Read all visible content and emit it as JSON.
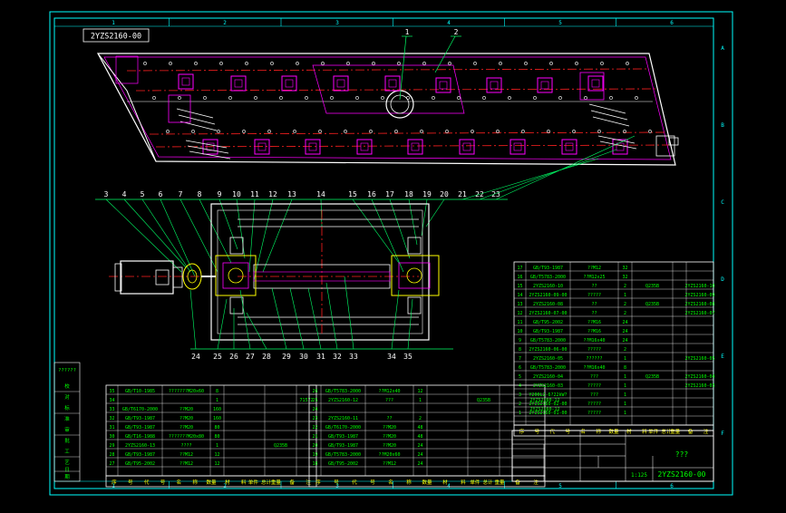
{
  "drawing": {
    "number_stamp": "2YZS2160-00",
    "title_block_name": "???",
    "title_block_number": "2YZS2160-00",
    "scale_text": "1:125",
    "colors": {
      "background": "#000000",
      "frame": "#00ffff",
      "outline": "#ffffff",
      "part": "#ff00ff",
      "centerline": "#ff2020",
      "leader": "#00ff66",
      "text_green": "#00ff00",
      "text_yellow": "#ffff00"
    }
  },
  "grid": {
    "columns": [
      "1",
      "2",
      "3",
      "4",
      "5",
      "6"
    ],
    "rows": [
      "A",
      "B",
      "C",
      "D",
      "E",
      "F"
    ]
  },
  "callouts_top": [
    "1",
    "2"
  ],
  "callouts_mid": [
    "3",
    "4",
    "5",
    "6",
    "7",
    "8",
    "9",
    "10",
    "11",
    "12",
    "13",
    "14",
    "15",
    "16",
    "17",
    "18",
    "19",
    "20",
    "21",
    "22",
    "23"
  ],
  "callouts_bottom": [
    "24",
    "25",
    "26",
    "27",
    "28",
    "29",
    "30",
    "31",
    "32",
    "33",
    "34",
    "35"
  ],
  "left_margin": [
    "??????",
    "校",
    "对",
    "标",
    "准",
    "审",
    "批",
    "工",
    "艺",
    "日",
    "期"
  ],
  "bom_left": {
    "header": [
      "序",
      "号",
      "代",
      "号",
      "名",
      "称",
      "数量",
      "材",
      "料",
      "单件 总计",
      "重量",
      "备",
      "注"
    ],
    "rows": [
      [
        "35",
        "GB/T10-1985",
        "???????M20x60",
        "8",
        "",
        "",
        "",
        ""
      ],
      [
        "34",
        "",
        "",
        "1",
        "",
        "",
        "71572",
        ""
      ],
      [
        "33",
        "GB/T6170-2000",
        "??M20",
        "160",
        "",
        "",
        "",
        ""
      ],
      [
        "32",
        "GB/T93-1987",
        "??M20",
        "160",
        "",
        "",
        "",
        ""
      ],
      [
        "31",
        "GB/T93-1987",
        "??M20",
        "80",
        "",
        "",
        "",
        ""
      ],
      [
        "30",
        "GB/T16-1988",
        "???????M20x80",
        "80",
        "",
        "",
        "",
        ""
      ],
      [
        "29",
        "2YZS2160-13",
        "????",
        "1",
        "",
        "Q235B",
        "",
        ""
      ],
      [
        "28",
        "GB/T93-1987",
        "??M12",
        "12",
        "",
        "",
        "",
        ""
      ],
      [
        "27",
        "GB/T95-2002",
        "??M12",
        "12",
        "",
        "",
        "",
        ""
      ]
    ]
  },
  "bom_mid": {
    "header": [
      "序",
      "号",
      "代",
      "号",
      "名",
      "称",
      "数量",
      "材",
      "料",
      "单件 总计",
      "重量",
      "备",
      "注"
    ],
    "rows": [
      [
        "26",
        "GB/T5783-2000",
        "??M12x40",
        "12",
        "",
        "",
        "",
        ""
      ],
      [
        "25",
        "2YZS2160-12",
        "???",
        "1",
        "",
        "Q235B",
        "",
        "2YZS2160-12"
      ],
      [
        "24",
        "",
        "",
        "",
        "",
        "",
        "",
        "2YZS2160-12"
      ],
      [
        "23",
        "2YZS2160-11",
        "??",
        "2",
        "",
        "",
        "",
        ""
      ],
      [
        "22",
        "GB/T6170-2000",
        "??M20",
        "48",
        "",
        "",
        "",
        ""
      ],
      [
        "21",
        "GB/T93-1987",
        "??M20",
        "48",
        "",
        "",
        "",
        ""
      ],
      [
        "20",
        "GB/T93-1987",
        "??M20",
        "24",
        "",
        "",
        "",
        ""
      ],
      [
        "19",
        "GB/T5783-2000",
        "??M20x60",
        "24",
        "",
        "",
        "",
        ""
      ],
      [
        "18",
        "GB/T95-2002",
        "??M12",
        "24",
        "",
        "",
        "",
        ""
      ]
    ]
  },
  "bom_right": {
    "header": [
      "序",
      "号",
      "代",
      "号",
      "名",
      "称",
      "数量",
      "材",
      "料",
      "单件 总计",
      "重量",
      "备",
      "注"
    ],
    "rows": [
      [
        "17",
        "GB/T93-1987",
        "??M12",
        "32",
        "",
        "",
        ""
      ],
      [
        "16",
        "GB/T5783-2000",
        "??M12x25",
        "32",
        "",
        "",
        ""
      ],
      [
        "15",
        "2YZS2160-10",
        "??",
        "2",
        "Q235B",
        "",
        "2YZS2160-10"
      ],
      [
        "14",
        "2YZS2160-09-00",
        "?????",
        "1",
        "",
        "",
        "2YZS2160-09"
      ],
      [
        "13",
        "2YZS2160-08",
        "??",
        "2",
        "Q235B",
        "",
        "2YZS2160-08"
      ],
      [
        "12",
        "2YZS2160-07-00",
        "??",
        "2",
        "",
        "",
        "2YZS2160-07"
      ],
      [
        "11",
        "GB/T95-2002",
        "??M16",
        "24",
        "",
        "",
        ""
      ],
      [
        "10",
        "GB/T93-1987",
        "??M16",
        "24",
        "",
        "",
        ""
      ],
      [
        "9",
        "GB/T5783-2000",
        "??M16x40",
        "24",
        "",
        "",
        ""
      ],
      [
        "8",
        "2YZS2160-06-00",
        "?????",
        "2",
        "",
        "",
        ""
      ],
      [
        "7",
        "2YZS2160-05",
        "??????",
        "1",
        "",
        "",
        "2YZS2160-05"
      ],
      [
        "6",
        "GB/T5783-2000",
        "??M16x40",
        "8",
        "",
        "",
        ""
      ],
      [
        "5",
        "2YZS2160-04",
        "???",
        "1",
        "Q235B",
        "",
        "2YZS2160-04"
      ],
      [
        "4",
        "2YZS2160-03",
        "?????",
        "1",
        "",
        "",
        "2YZS2160-03"
      ],
      [
        "3",
        "Y200L2-6?22kW?",
        "???",
        "1",
        "",
        "",
        ""
      ],
      [
        "2",
        "2YZS2160-02-00",
        "?????",
        "1",
        "",
        "",
        ""
      ],
      [
        "1",
        "2YZS2160-01-00",
        "?????",
        "1",
        "",
        "",
        ""
      ]
    ]
  }
}
